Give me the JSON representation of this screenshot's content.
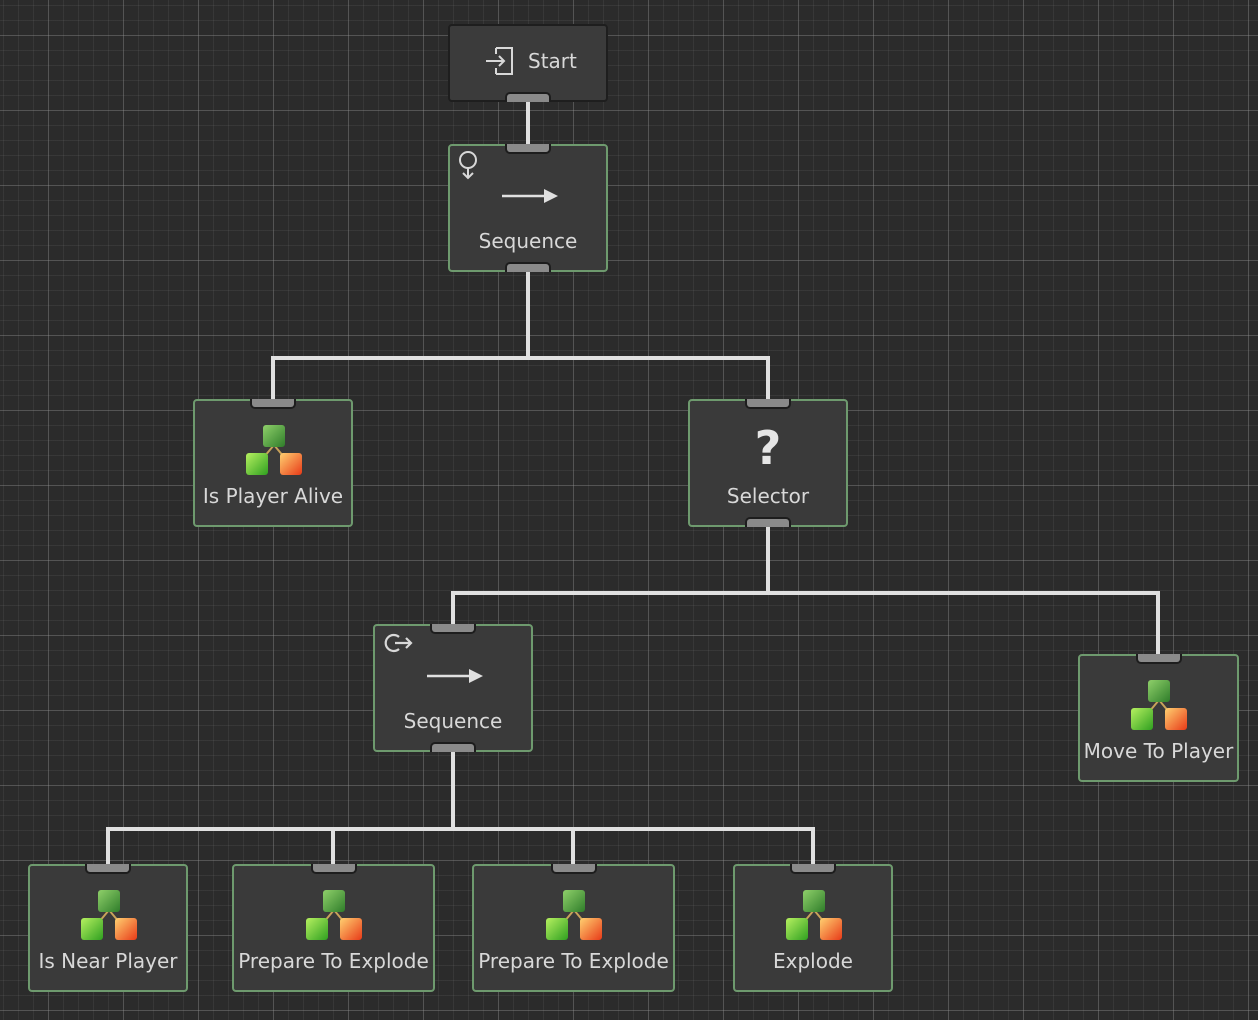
{
  "diagram": {
    "type": "behavior-tree",
    "colors": {
      "background": "#2b2b2b",
      "node_fill": "#3a3a3a",
      "node_border": "#6e9a6e",
      "edge": "#e0e0e0",
      "port": "#8a8a8a",
      "text": "#d8d8d8"
    },
    "nodes": [
      {
        "id": "start",
        "label": "Start",
        "kind": "entry",
        "icon": "enter-icon"
      },
      {
        "id": "seq1",
        "label": "Sequence",
        "kind": "composite",
        "icon": "arrow-right-icon",
        "decorator_icon": "repeat-until-icon"
      },
      {
        "id": "alive",
        "label": "Is Player Alive",
        "kind": "action",
        "icon": "cubes-icon"
      },
      {
        "id": "selector",
        "label": "Selector",
        "kind": "composite",
        "icon": "question-icon"
      },
      {
        "id": "seq2",
        "label": "Sequence",
        "kind": "composite",
        "icon": "arrow-right-icon",
        "decorator_icon": "loop-icon"
      },
      {
        "id": "move",
        "label": "Move To Player",
        "kind": "action",
        "icon": "cubes-icon"
      },
      {
        "id": "near",
        "label": "Is Near Player",
        "kind": "action",
        "icon": "cubes-icon"
      },
      {
        "id": "prep1",
        "label": "Prepare To Explode",
        "kind": "action",
        "icon": "cubes-icon"
      },
      {
        "id": "prep2",
        "label": "Prepare To Explode",
        "kind": "action",
        "icon": "cubes-icon"
      },
      {
        "id": "explode",
        "label": "Explode",
        "kind": "action",
        "icon": "cubes-icon"
      }
    ],
    "edges": [
      [
        "start",
        "seq1"
      ],
      [
        "seq1",
        "alive"
      ],
      [
        "seq1",
        "selector"
      ],
      [
        "selector",
        "seq2"
      ],
      [
        "selector",
        "move"
      ],
      [
        "seq2",
        "near"
      ],
      [
        "seq2",
        "prep1"
      ],
      [
        "seq2",
        "prep2"
      ],
      [
        "seq2",
        "explode"
      ]
    ]
  }
}
